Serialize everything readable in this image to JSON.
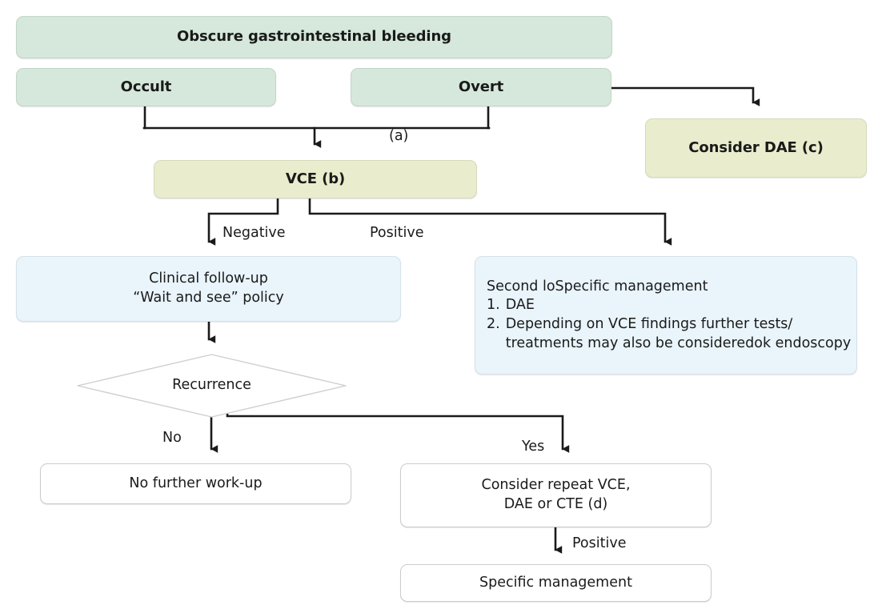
{
  "diagram": {
    "title": "Obscure gastrointestinal bleeding management algorithm",
    "colors": {
      "green": "#d5e8db",
      "yellow": "#e9edcd",
      "blue": "#e9f4fb",
      "plain": "#ffffff",
      "edge": "#1a1a1a",
      "border": "#cfcfcf"
    },
    "nodes": {
      "root": "Obscure gastrointestinal bleeding",
      "occult": "Occult",
      "overt": "Overt",
      "consider_dae": "Consider DAE (c)",
      "vce": "VCE (b)",
      "clinical_followup_line1": "Clinical follow-up",
      "clinical_followup_line2": "“Wait and see” policy",
      "second_look_heading": "Second loSpecific management",
      "second_look_item1_num": "1.",
      "second_look_item1_text": "DAE",
      "second_look_item2_num": "2.",
      "second_look_item2_text_line1": "Depending on VCE findings further tests∕",
      "second_look_item2_text_line2": "treatments may also be consideredok endoscopy",
      "recurrence": "Recurrence",
      "no_further_workup": "No further work-up",
      "consider_repeat_line1": "Consider repeat VCE,",
      "consider_repeat_line2": "DAE or CTE (d)",
      "specific_management": "Specific management"
    },
    "edge_labels": {
      "a": "(a)",
      "negative": "Negative",
      "positive": "Positive",
      "no": "No",
      "yes": "Yes",
      "positive2": "Positive"
    }
  }
}
